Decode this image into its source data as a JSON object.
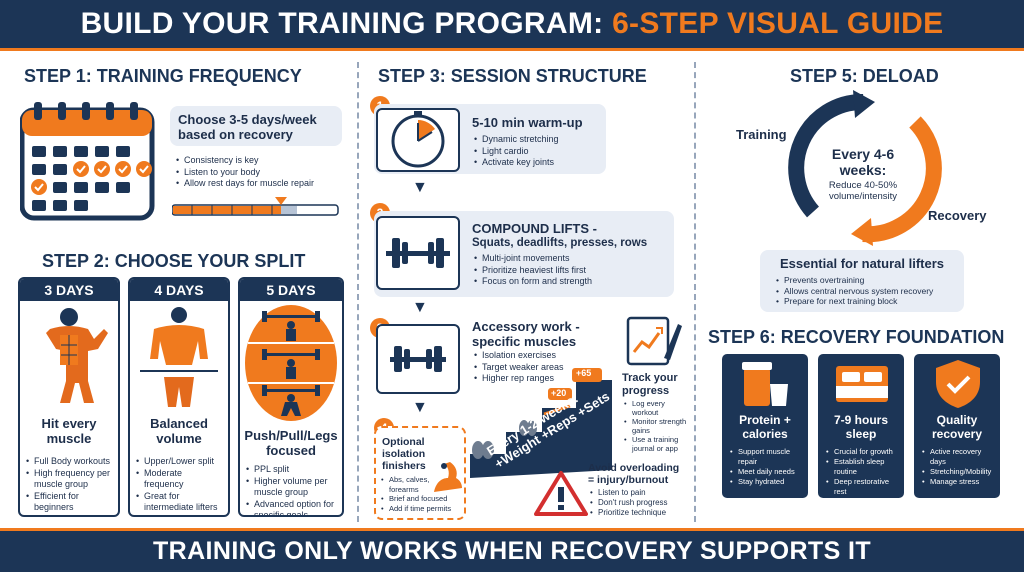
{
  "title": {
    "main": "BUILD YOUR TRAINING PROGRAM:",
    "accent": "6-STEP VISUAL GUIDE"
  },
  "footer": "TRAINING ONLY WORKS WHEN RECOVERY SUPPORTS IT",
  "step1": {
    "heading": "STEP 1: TRAINING FREQUENCY",
    "callout": "Choose 3-5 days/week based on recovery",
    "bullets": [
      "Consistency is key",
      "Listen to your body",
      "Allow rest days for muscle repair"
    ]
  },
  "step2": {
    "heading": "STEP 2: CHOOSE YOUR SPLIT",
    "cards": [
      {
        "days": "3 DAYS",
        "title": "Hit every muscle",
        "bullets": [
          "Full Body workouts",
          "High frequency per muscle group",
          "Efficient for beginners"
        ]
      },
      {
        "days": "4 DAYS",
        "title": "Balanced volume",
        "bullets": [
          "Upper/Lower split",
          "Moderate frequency",
          "Great for intermediate lifters"
        ]
      },
      {
        "days": "5 DAYS",
        "title": "Push/Pull/Legs focused",
        "bullets": [
          "PPL split",
          "Higher volume per muscle group",
          "Advanced option for specific goals"
        ]
      }
    ]
  },
  "step3": {
    "heading": "STEP 3: SESSION STRUCTURE",
    "s1": {
      "num": "1",
      "title": "5-10 min warm-up",
      "bullets": [
        "Dynamic stretching",
        "Light cardio",
        "Activate key joints"
      ]
    },
    "s2": {
      "num": "2",
      "title": "COMPOUND LIFTS -",
      "subtitle": "Squats, deadlifts, presses, rows",
      "bullets": [
        "Multi-joint movements",
        "Prioritize heaviest lifts first",
        "Focus on form and strength"
      ]
    },
    "s3": {
      "num": "3",
      "title": "Accessory work - specific muscles",
      "bullets": [
        "Isolation exercises",
        "Target weaker areas",
        "Higher rep ranges"
      ]
    },
    "s4": {
      "num": "4",
      "title": "Optional isolation finishers",
      "bullets": [
        "Abs, calves, forearms",
        "Brief and focused",
        "Add if time permits"
      ]
    },
    "track": {
      "title": "Track your progress",
      "bullets": [
        "Log every workout",
        "Monitor strength gains",
        "Use a training journal or app"
      ]
    },
    "stairs": {
      "text": "Every 1-2 weeks: +Weight +Reps +Sets",
      "steps": [
        "+20",
        "+65"
      ]
    },
    "avoid": {
      "title": "Avoid overloading = injury/burnout",
      "bullets": [
        "Listen to pain",
        "Don't rush progress",
        "Prioritize technique"
      ]
    }
  },
  "step5": {
    "heading": "STEP 5: DELOAD",
    "label_training": "Training",
    "label_recovery": "Recovery",
    "center_title": "Every 4-6 weeks:",
    "center_sub": "Reduce 40-50% volume/intensity",
    "box_title": "Essential for natural lifters",
    "bullets": [
      "Prevents overtraining",
      "Allows central nervous system recovery",
      "Prepare for next training block"
    ]
  },
  "step6": {
    "heading": "STEP 6: RECOVERY FOUNDATION",
    "cards": [
      {
        "title": "Protein + calories",
        "bullets": [
          "Support muscle repair",
          "Meet daily needs",
          "Stay hydrated"
        ]
      },
      {
        "title": "7-9 hours sleep",
        "bullets": [
          "Crucial for growth",
          "Establish sleep routine",
          "Deep restorative rest"
        ]
      },
      {
        "title": "Quality recovery",
        "bullets": [
          "Active recovery days",
          "Stretching/Mobility",
          "Manage stress"
        ]
      }
    ]
  },
  "colors": {
    "navy": "#1c3556",
    "orange": "#f07a1e",
    "light": "#e8edf5"
  }
}
